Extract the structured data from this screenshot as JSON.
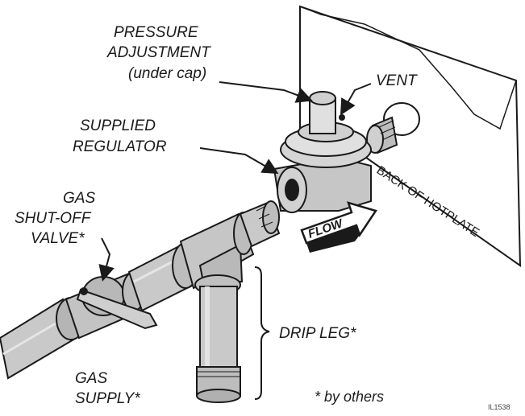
{
  "labels": {
    "pressure_line1": "PRESSURE",
    "pressure_line2": "ADJUSTMENT",
    "pressure_line3": "(under cap)",
    "vent": "VENT",
    "regulator_line1": "SUPPLIED",
    "regulator_line2": "REGULATOR",
    "valve_line1": "GAS",
    "valve_line2": "SHUT-OFF",
    "valve_line3": "VALVE*",
    "back_of_hotplate": "BACK OF HOTPLATE",
    "flow": "FLOW",
    "drip_leg": "DRIP LEG*",
    "gas_supply_line1": "GAS",
    "gas_supply_line2": "SUPPLY*",
    "by_others": "* by others",
    "figure_id": "IL1538"
  },
  "colors": {
    "pipe_fill": "#c9c9c9",
    "pipe_shade": "#a9a9a9",
    "outline": "#1a1a1a",
    "wall_fill": "#ffffff"
  }
}
